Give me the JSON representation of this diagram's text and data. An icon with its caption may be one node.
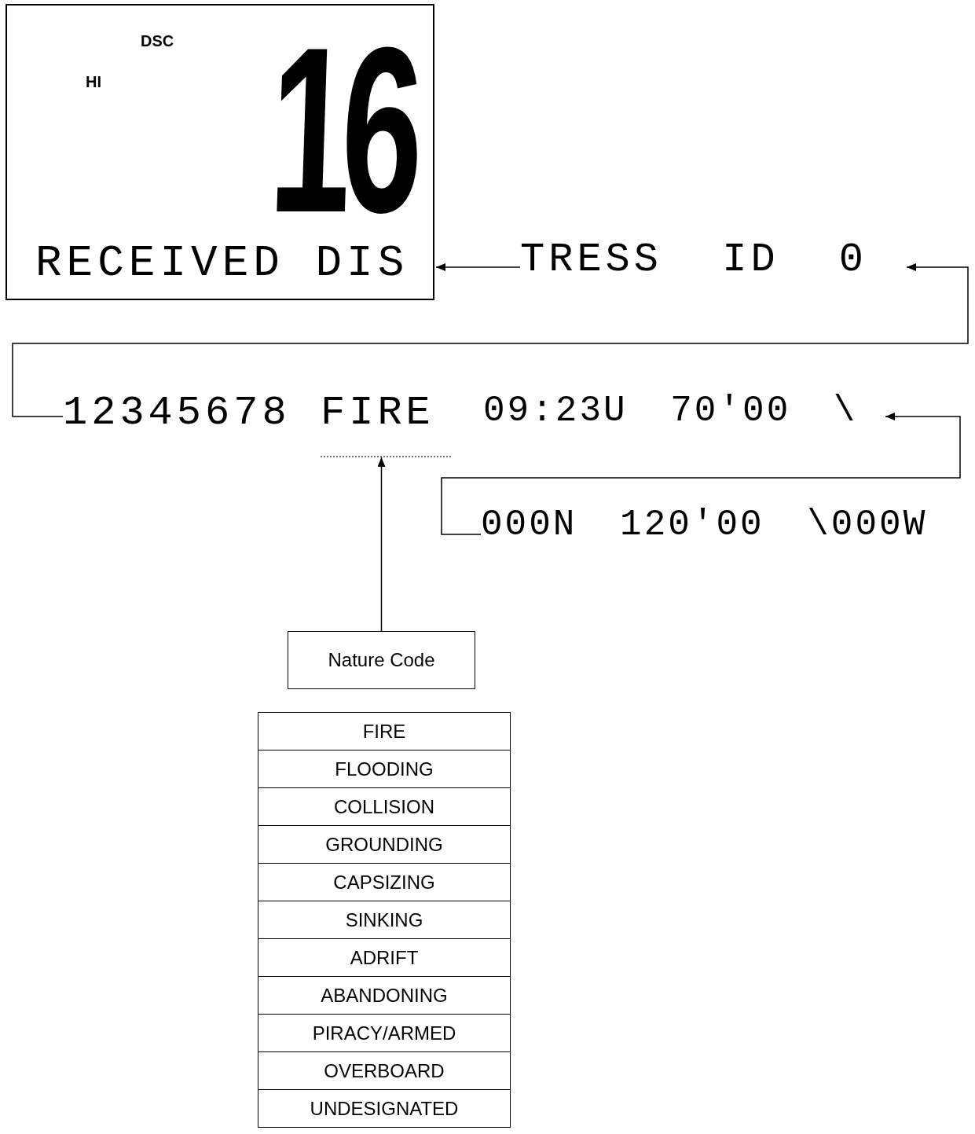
{
  "diagram": {
    "nodes": [
      {
        "text": [
          "DSC",
          "HI",
          "16",
          "RECEIVED DIS"
        ]
      },
      {
        "text": [
          "TRESS ID 0"
        ]
      },
      {
        "text": [
          "12345678"
        ]
      },
      {
        "text": [
          "FIRE"
        ]
      },
      {
        "text": [
          "09:23U 70'00 \\"
        ]
      },
      {
        "text": [
          "000N 120'00 \\000W"
        ]
      },
      {
        "text": [
          "Nature Code"
        ]
      }
    ],
    "edges": [
      {
        "from": 1,
        "to": 0,
        "arrow": "to"
      },
      {
        "from": 2,
        "to": 1,
        "arrow": "to"
      },
      {
        "from": 5,
        "to": 4,
        "arrow": "to"
      },
      {
        "from": 6,
        "to": 3,
        "arrow": "to"
      }
    ],
    "labels": [
      "FIRE",
      "FLOODING",
      "COLLISION",
      "GROUNDING",
      "CAPSIZING",
      "SINKING",
      "ADRIFT",
      "ABANDONING",
      "PIRACY/ARMED",
      "OVERBOARD",
      "UNDESIGNATED"
    ]
  }
}
